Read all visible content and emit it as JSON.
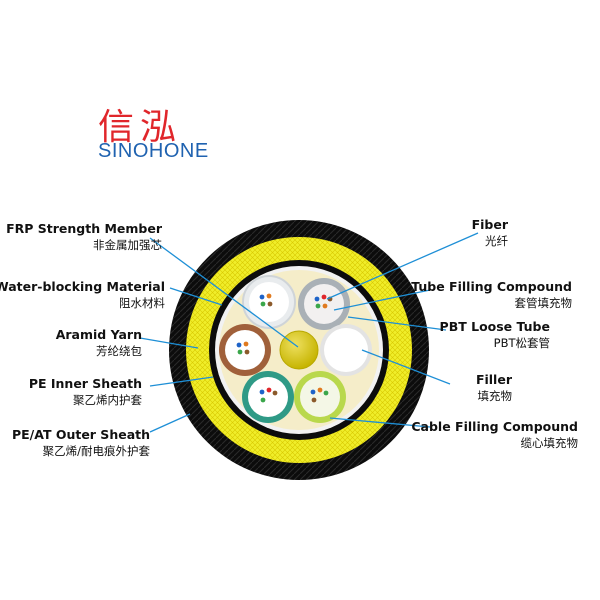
{
  "logo": {
    "cn": "信泓",
    "en": "SINOHONE"
  },
  "labels": {
    "frp": {
      "en": "FRP Strength Member",
      "cn": "非金属加强芯"
    },
    "water_blocking": {
      "en": "Water-blocking Material",
      "cn": "阻水材料"
    },
    "aramid": {
      "en": "Aramid Yarn",
      "cn": "芳纶绕包"
    },
    "pe_inner": {
      "en": "PE Inner Sheath",
      "cn": "聚乙烯内护套"
    },
    "pe_at_outer": {
      "en": "PE/AT Outer Sheath",
      "cn": "聚乙烯/耐电痕外护套"
    },
    "fiber": {
      "en": "Fiber",
      "cn": "光纤"
    },
    "tube_filling": {
      "en": "Tube Filling Compound",
      "cn": "套管填充物"
    },
    "pbt_tube": {
      "en": "PBT Loose Tube",
      "cn": "PBT松套管"
    },
    "filler": {
      "en": "Filler",
      "cn": "填充物"
    },
    "cable_filling": {
      "en": "Cable Filling Compound",
      "cn": "缆心填充物"
    }
  },
  "colors": {
    "outer_sheath": "#0c0c0c",
    "aramid_yellow": "#f0ee2a",
    "cable_filling": "#f5edc9",
    "frp_core": "#d6c600",
    "leader_line": "#1e8fd6",
    "tube_brown": "#a0603a",
    "tube_teal": "#2f9a86",
    "tube_green": "#b9d84c",
    "tube_grey": "#a9b0b6",
    "tube_white": "#ffffff",
    "logo_red": "#e0262b",
    "logo_blue": "#1f62b0"
  }
}
